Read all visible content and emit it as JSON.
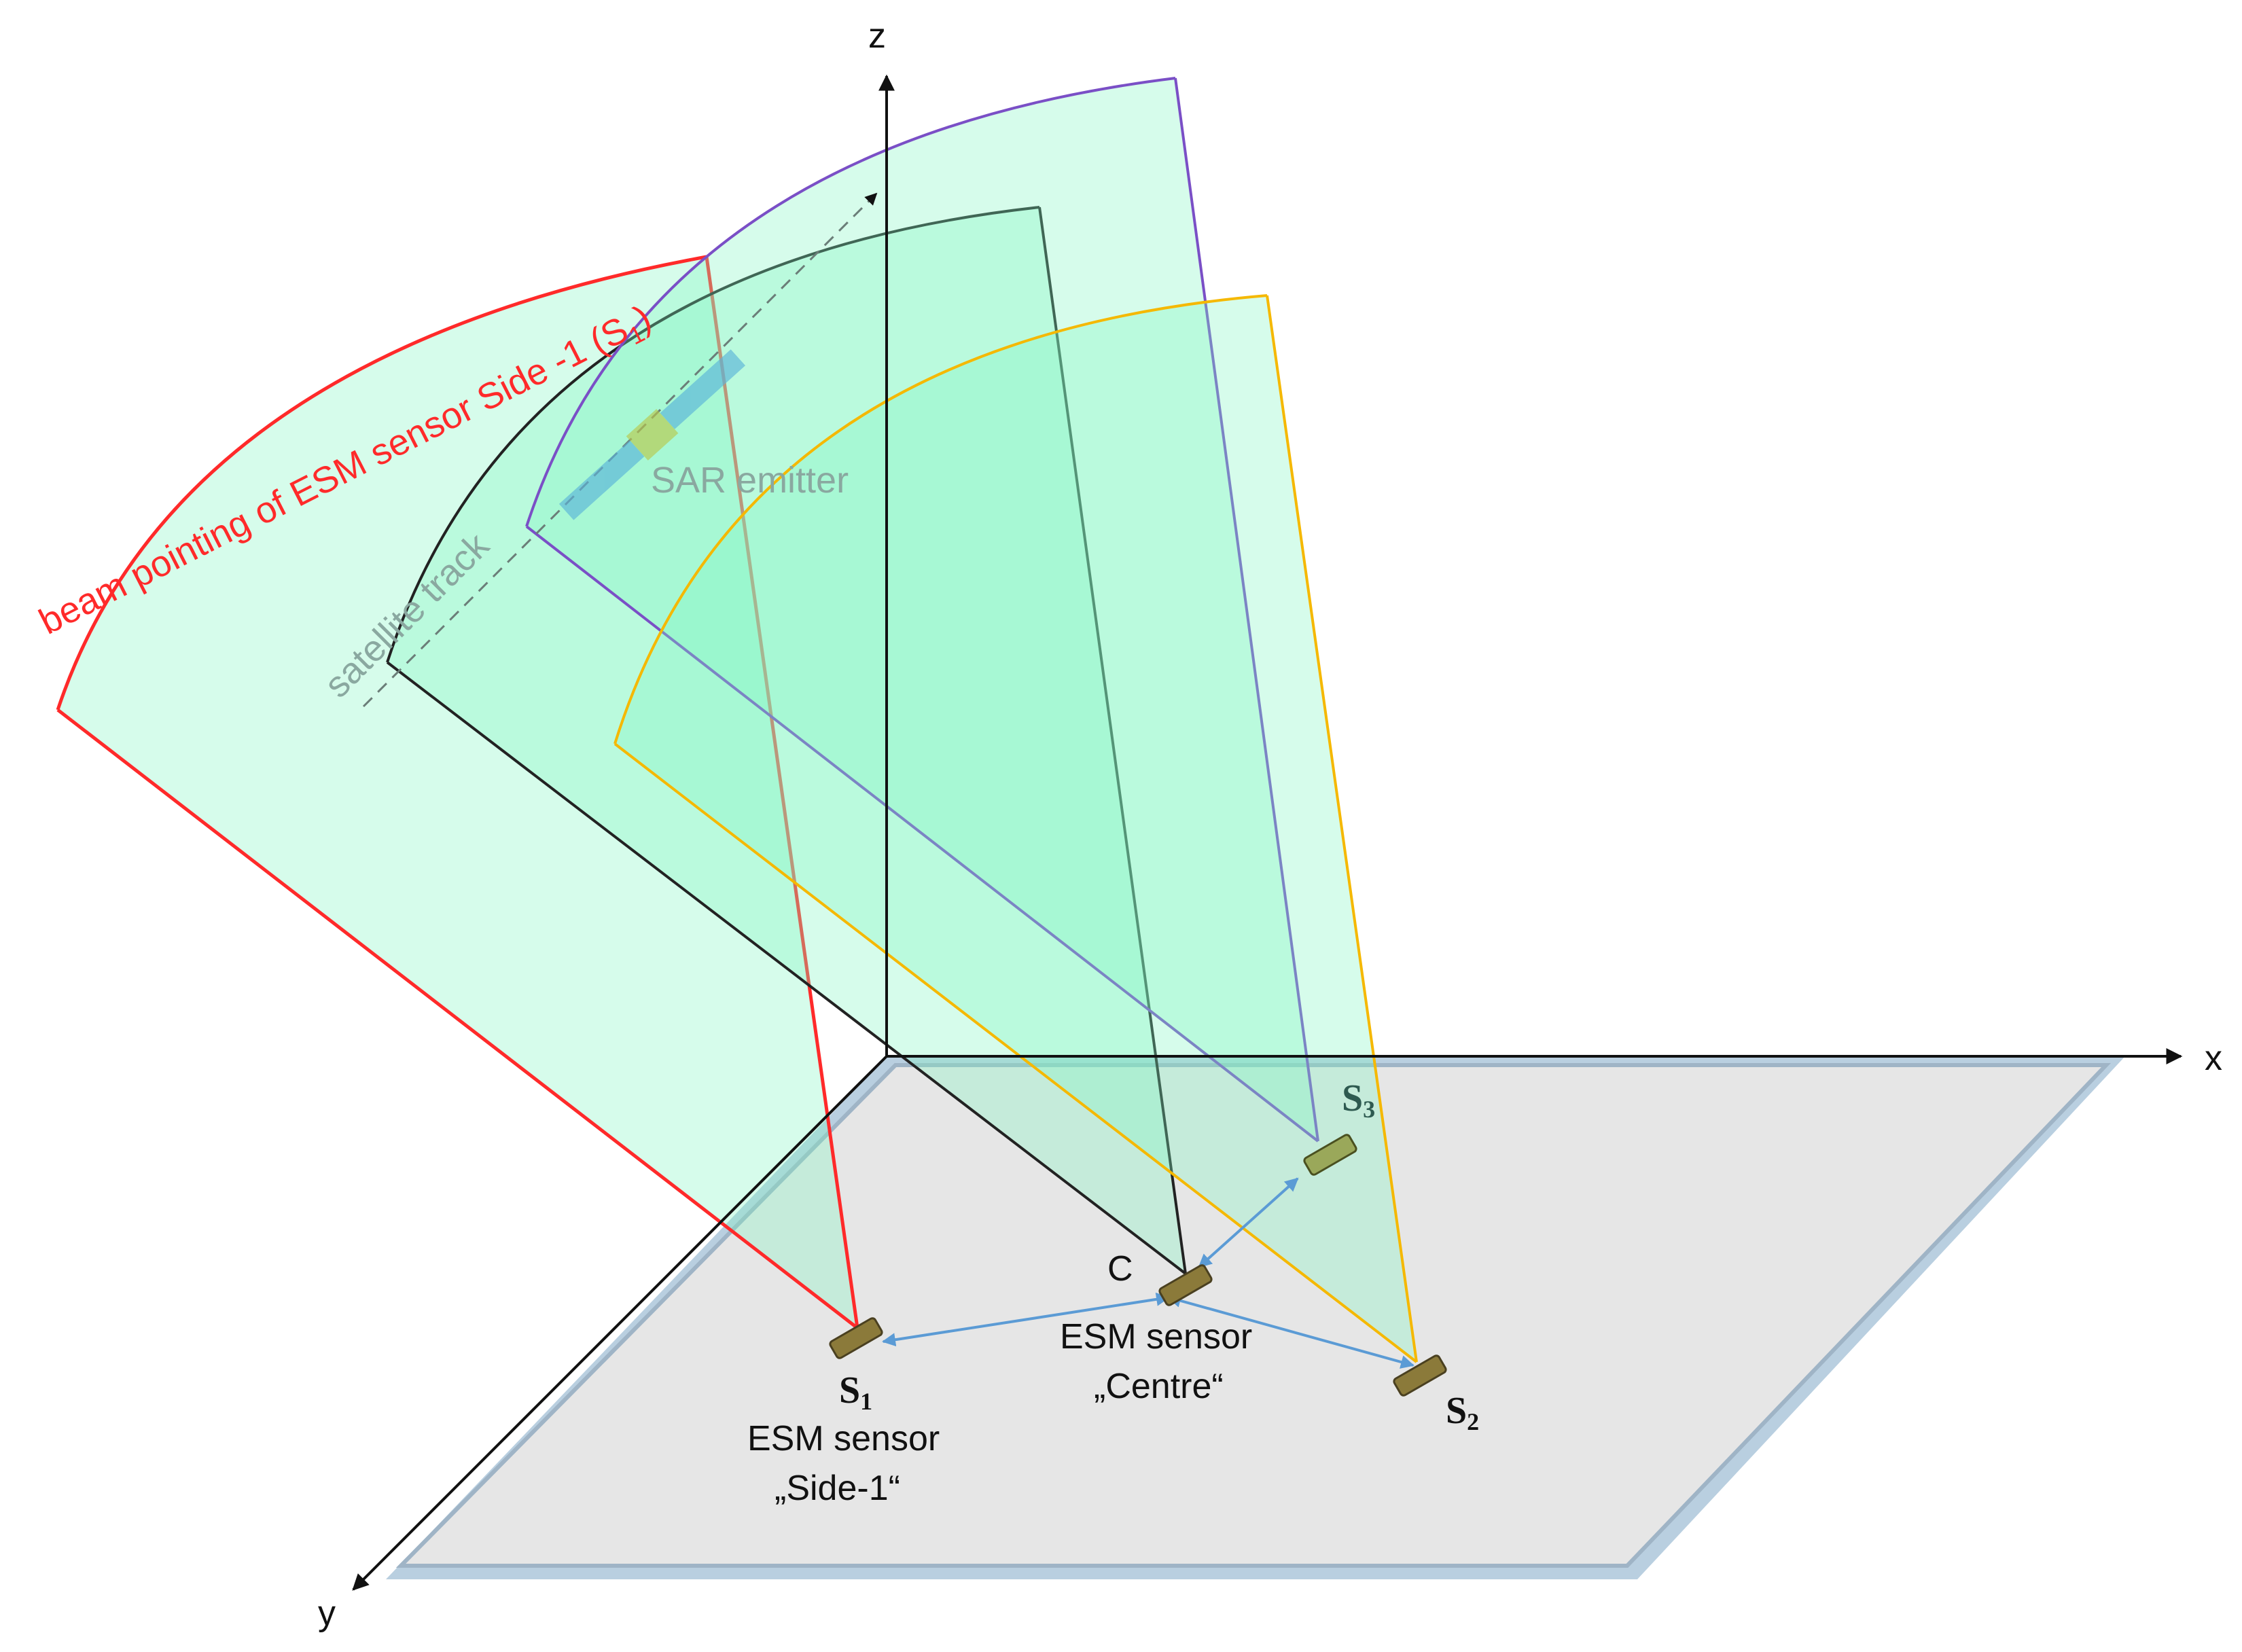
{
  "axes": {
    "x": "x",
    "y": "y",
    "z": "z"
  },
  "beam_title": {
    "main": "beam pointing of ESM sensor  Side -1 (S",
    "sub": "1",
    "close": ")"
  },
  "emitter_label": "SAR emitter",
  "track_label": "satellite track",
  "sensors": {
    "s1": {
      "letter": "S",
      "index": "1",
      "line1": "ESM sensor",
      "line2": "„Side-1“"
    },
    "c": {
      "letter": "C",
      "line1": "ESM sensor",
      "line2": "„Centre“"
    },
    "s2": {
      "letter": "S",
      "index": "2"
    },
    "s3": {
      "letter": "S",
      "index": "3"
    }
  },
  "colors": {
    "beam_s1": "#ff2a2a",
    "beam_c": "#222222",
    "beam_s3": "#7a4fc6",
    "beam_s2": "#f5b800",
    "beam_fill": "#7ff5c0",
    "ground": "#e6e6e6",
    "link": "#5b9bd5"
  },
  "icons": [
    "satellite-icon",
    "esm-sensor-icon"
  ]
}
